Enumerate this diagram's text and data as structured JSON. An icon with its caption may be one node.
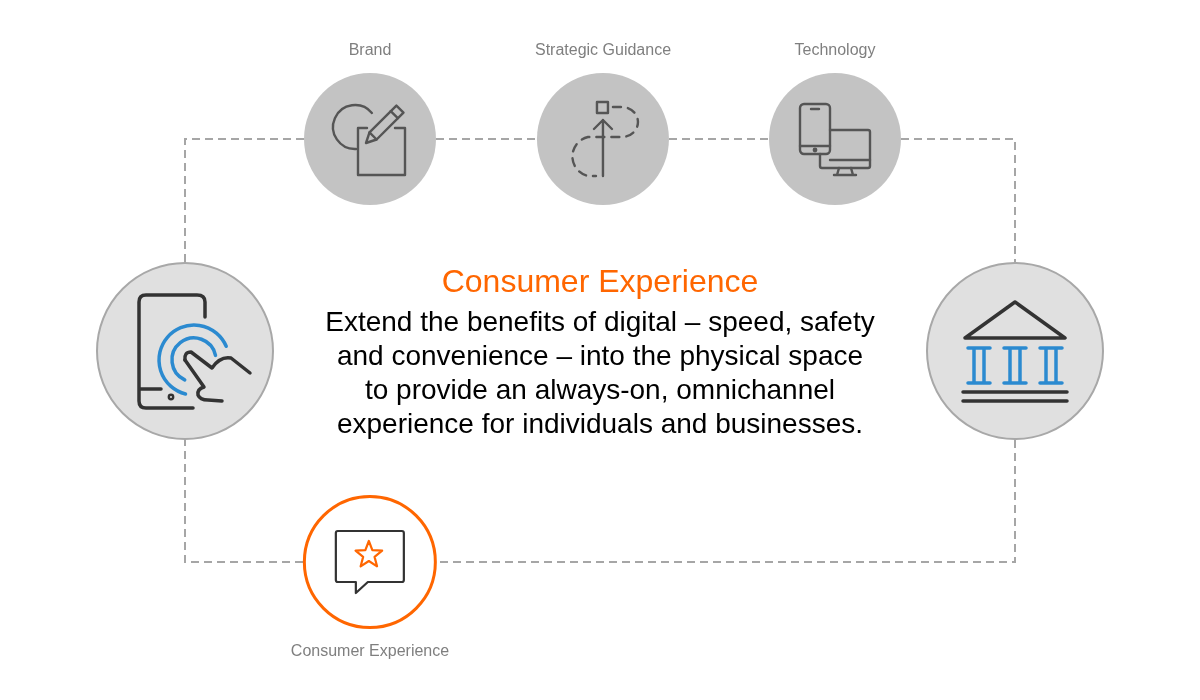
{
  "diagram": {
    "title": "Consumer Experience",
    "nodes": [
      {
        "text": [
          "Brand"
        ]
      },
      {
        "text": [
          "Strategic Guidance"
        ]
      },
      {
        "text": [
          "Technology"
        ]
      },
      {
        "text": [],
        "shape": "circle"
      },
      {
        "text": [],
        "shape": "circle"
      },
      {
        "text": [
          "Consumer Experience"
        ]
      }
    ],
    "edges": [
      {
        "from": 3,
        "to": 0,
        "arrow": "none",
        "style": "dashed"
      },
      {
        "from": 0,
        "to": 1,
        "arrow": "none",
        "style": "dashed"
      },
      {
        "from": 1,
        "to": 2,
        "arrow": "none",
        "style": "dashed"
      },
      {
        "from": 2,
        "to": 4,
        "arrow": "none",
        "style": "dashed"
      },
      {
        "from": 4,
        "to": 5,
        "arrow": "none",
        "style": "dashed"
      },
      {
        "from": 5,
        "to": 3,
        "arrow": "none",
        "style": "dashed"
      }
    ],
    "labels": [
      "Extend the benefits of digital – speed, safety and convenience – into the physical space to provide an always-on, omnichannel experience for individuals and businesses."
    ]
  }
}
